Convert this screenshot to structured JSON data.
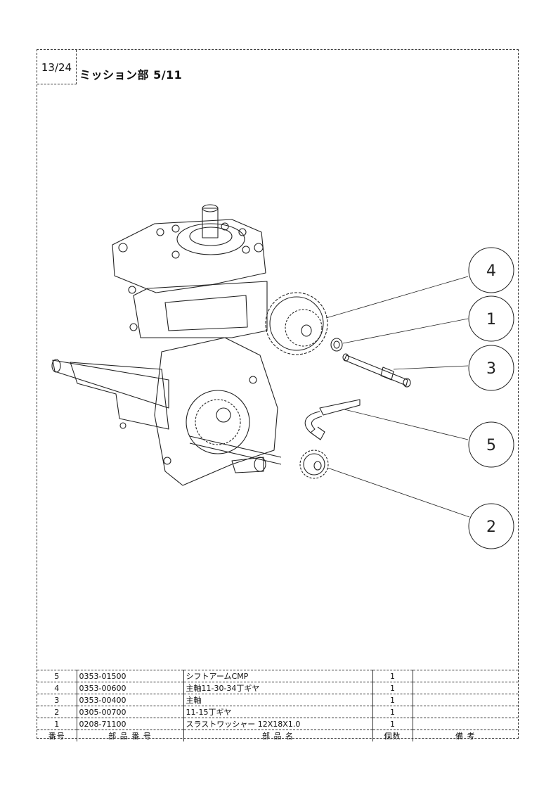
{
  "header": {
    "page": "13/24",
    "title": "ミッション部  5/11"
  },
  "callouts": [
    {
      "num": "4"
    },
    {
      "num": "1"
    },
    {
      "num": "3"
    },
    {
      "num": "5"
    },
    {
      "num": "2"
    }
  ],
  "parts_table": {
    "headers": [
      "番号",
      "部 品 番 号",
      "部 品 名",
      "個数",
      "備 考"
    ],
    "rows": [
      {
        "no": "5",
        "part_no": "0353-01500",
        "name": "シフトアームCMP",
        "qty": "1",
        "note": ""
      },
      {
        "no": "4",
        "part_no": "0353-00600",
        "name": "主軸11-30-34丁ギヤ",
        "qty": "1",
        "note": ""
      },
      {
        "no": "3",
        "part_no": "0353-00400",
        "name": "主軸",
        "qty": "1",
        "note": ""
      },
      {
        "no": "2",
        "part_no": "0305-00700",
        "name": "11-15丁ギヤ",
        "qty": "1",
        "note": ""
      },
      {
        "no": "1",
        "part_no": "0208-71100",
        "name": "スラストワッシャー 12X18X1.0",
        "qty": "1",
        "note": ""
      }
    ]
  }
}
